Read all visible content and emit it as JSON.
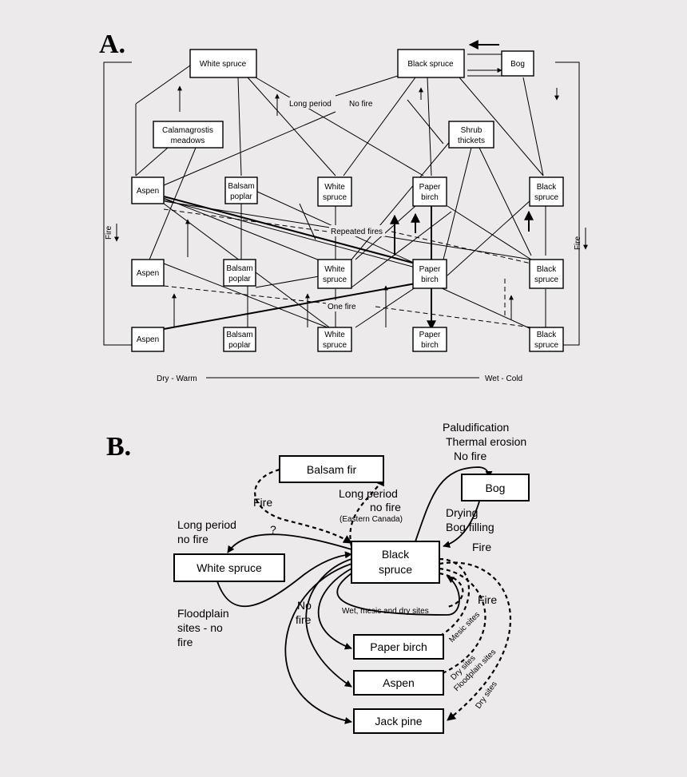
{
  "panel_a": {
    "letter": "A.",
    "boxes": {
      "white_spruce_top": [
        "White spruce"
      ],
      "black_spruce_top": [
        "Black spruce"
      ],
      "bog": [
        "Bog"
      ],
      "calamagrostis": [
        "Calamagrostis",
        "meadows"
      ],
      "shrub": [
        "Shrub",
        "thickets"
      ],
      "aspen1": [
        "Aspen"
      ],
      "balsam1": [
        "Balsam",
        "poplar"
      ],
      "white1": [
        "White",
        "spruce"
      ],
      "paper1": [
        "Paper",
        "birch"
      ],
      "black1": [
        "Black",
        "spruce"
      ],
      "aspen2": [
        "Aspen"
      ],
      "balsam2": [
        "Balsam",
        "poplar"
      ],
      "white2": [
        "White",
        "spruce"
      ],
      "paper2": [
        "Paper",
        "birch"
      ],
      "black2": [
        "Black",
        "spruce"
      ],
      "aspen3": [
        "Aspen"
      ],
      "balsam3": [
        "Balsam",
        "poplar"
      ],
      "white3": [
        "White",
        "spruce"
      ],
      "paper3": [
        "Paper",
        "birch"
      ],
      "black3": [
        "Black",
        "spruce"
      ]
    },
    "labels": {
      "long_period": "Long period",
      "no_fire": "No fire",
      "repeated_fires": "Repeated fires",
      "one_fire": "One fire",
      "fire_left": "Fire",
      "fire_right": "Fire",
      "dry_warm": "Dry - Warm",
      "wet_cold": "Wet - Cold"
    }
  },
  "panel_b": {
    "letter": "B.",
    "boxes": {
      "balsam_fir": [
        "Balsam fir"
      ],
      "bog": [
        "Bog"
      ],
      "white_spruce": [
        "White spruce"
      ],
      "black_spruce": [
        "Black",
        "spruce"
      ],
      "paper_birch": [
        "Paper birch"
      ],
      "aspen": [
        "Aspen"
      ],
      "jack_pine": [
        "Jack pine"
      ]
    },
    "labels": {
      "paludification": "Paludification",
      "thermal_erosion": "Thermal erosion",
      "no_fire_top": "No fire",
      "long_period_ec": "Long period",
      "no_fire_ec": "no fire",
      "eastern_canada": "(Eastern Canada)",
      "fire_left": "Fire",
      "long_period_ws": "Long period",
      "no_fire_ws": "no fire",
      "question": "?",
      "drying": "Drying",
      "bog_filling": "Bog filling",
      "fire_bog": "Fire",
      "fire_right": "Fire",
      "no_fire_mid1": "No",
      "no_fire_mid2": "fire",
      "wet_mesic": "Wet, mesic and dry sites",
      "floodplain1": "Floodplain",
      "floodplain2": "sites - no",
      "floodplain3": "fire",
      "mesic_sites": "Mesic sites",
      "dry_sites1": "Dry sites",
      "floodplain_sites": "Floodplain sites",
      "dry_sites2": "Dry sites"
    }
  }
}
